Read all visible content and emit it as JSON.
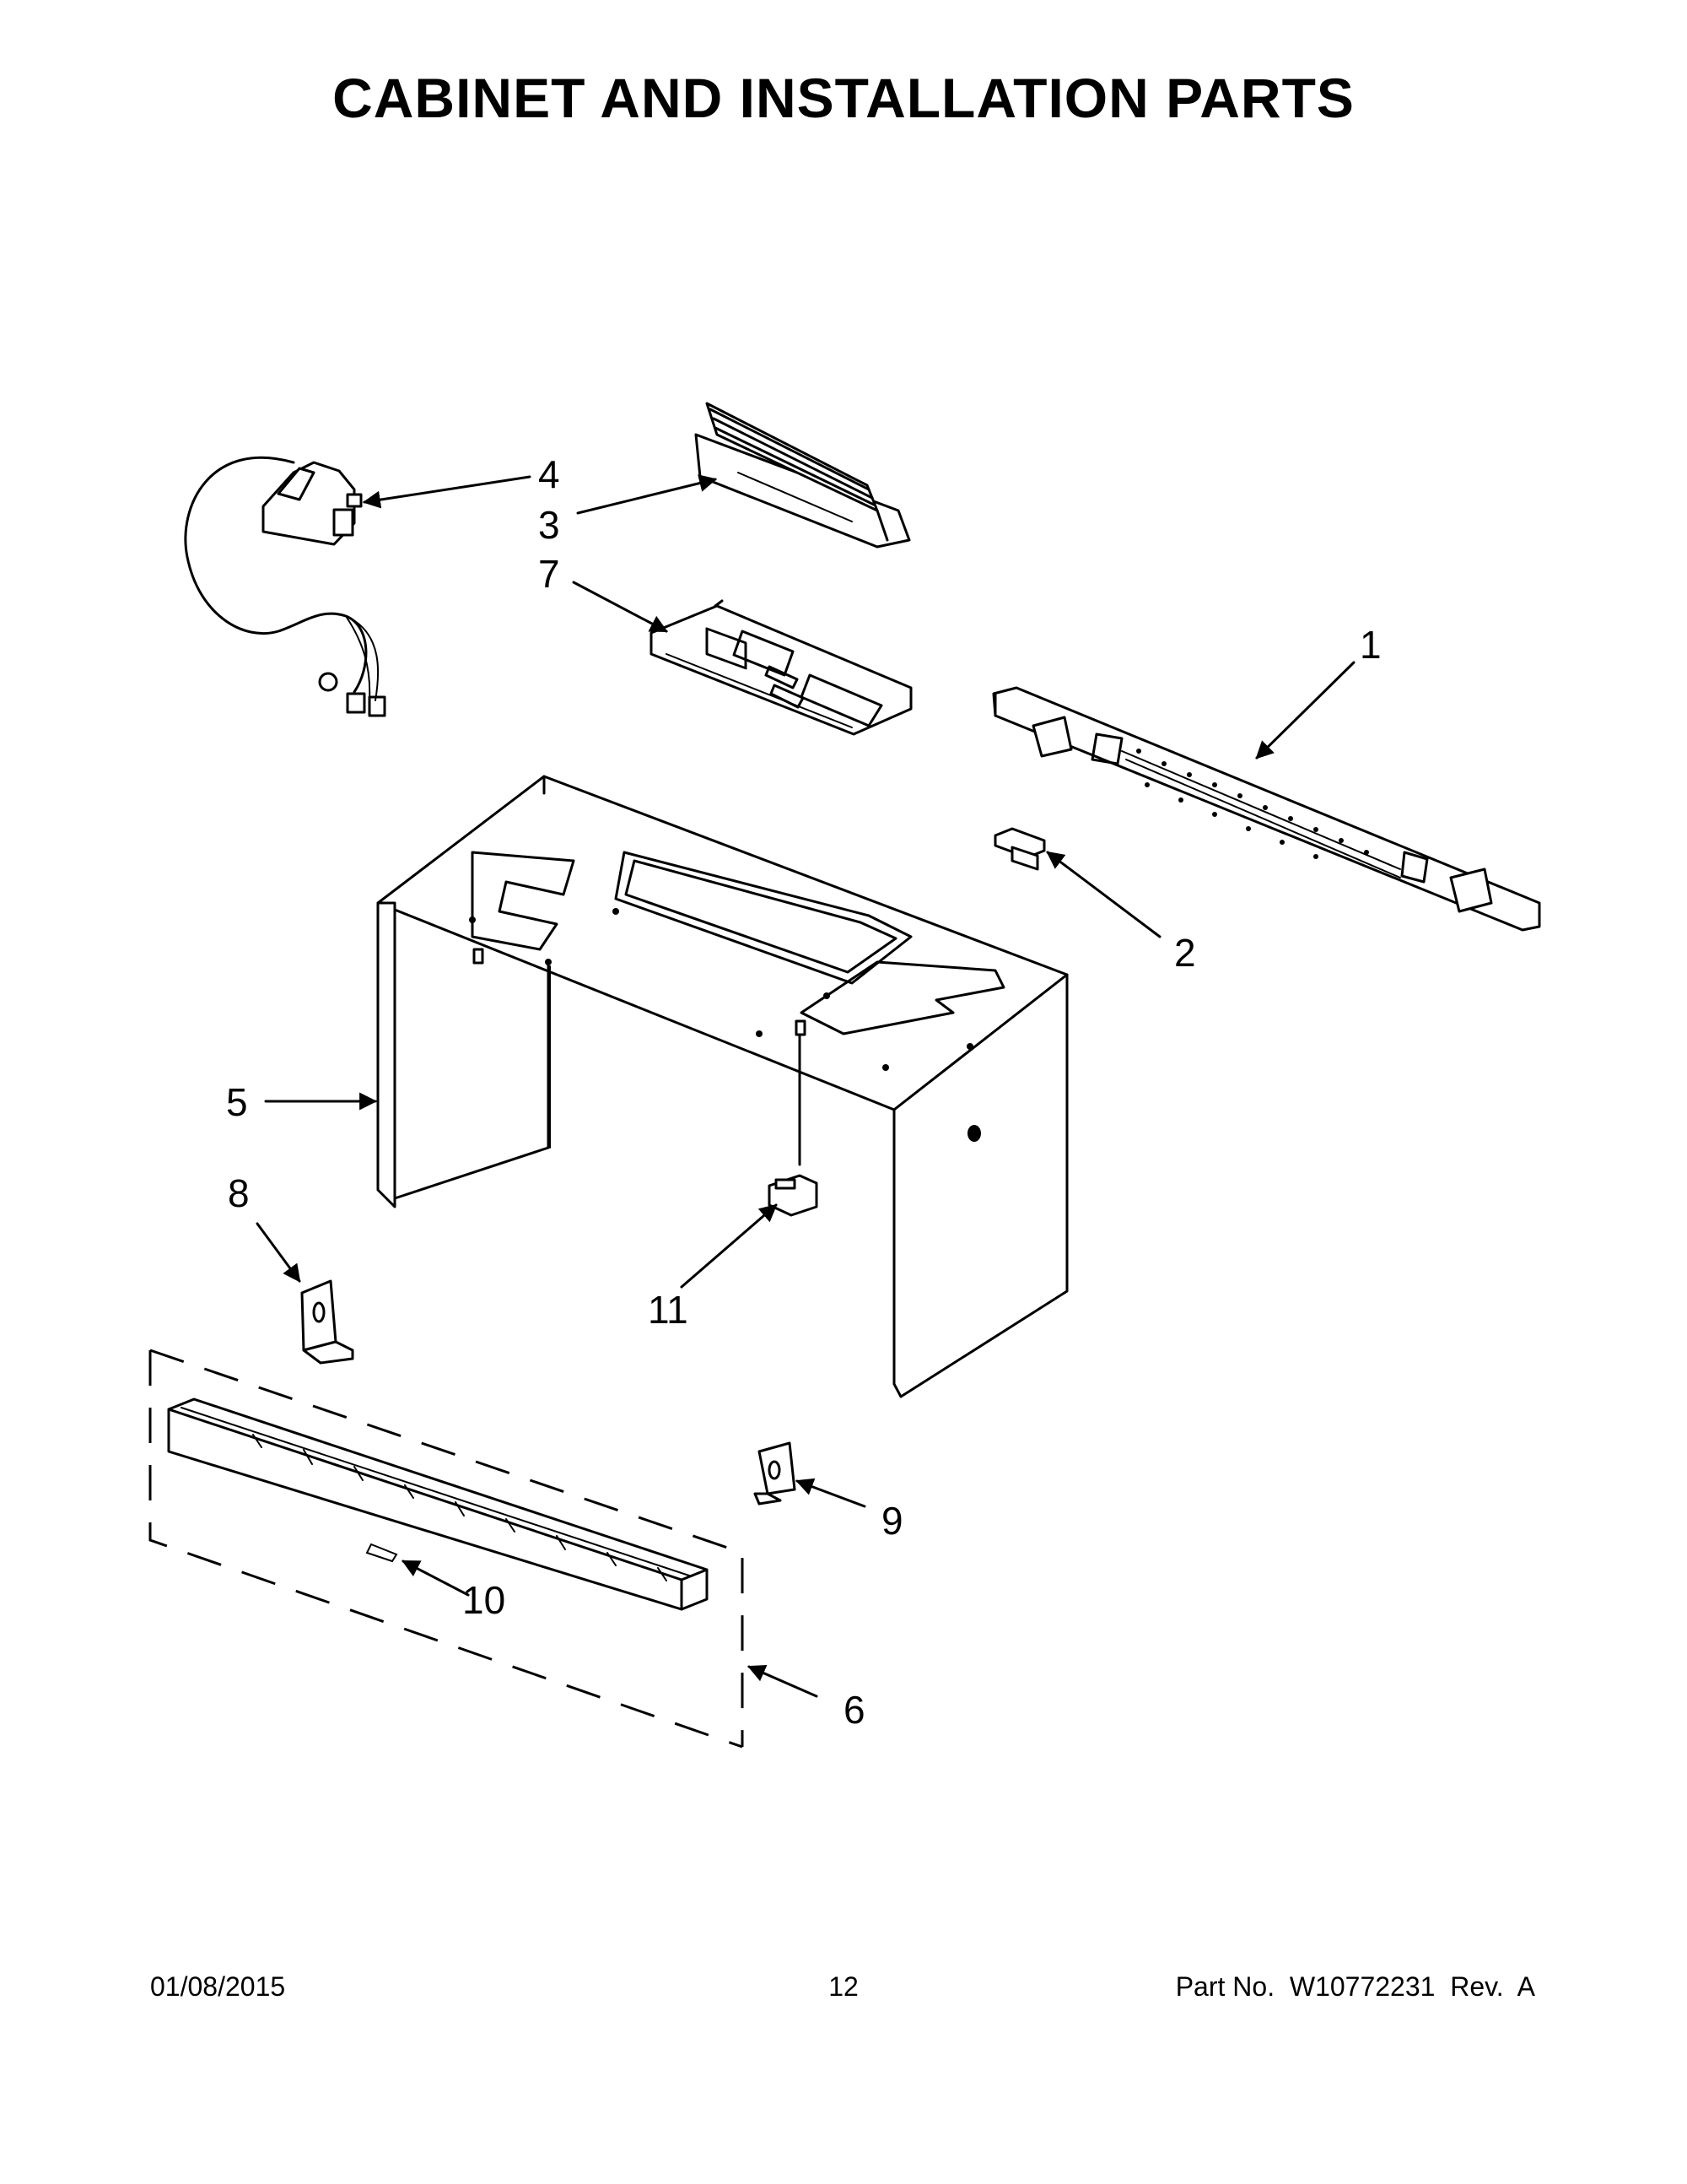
{
  "title": "CABINET AND INSTALLATION PARTS",
  "callouts": [
    {
      "id": "1",
      "label": "1"
    },
    {
      "id": "2",
      "label": "2"
    },
    {
      "id": "3",
      "label": "3"
    },
    {
      "id": "4",
      "label": "4"
    },
    {
      "id": "5",
      "label": "5"
    },
    {
      "id": "6",
      "label": "6"
    },
    {
      "id": "7",
      "label": "7"
    },
    {
      "id": "8",
      "label": "8"
    },
    {
      "id": "9",
      "label": "9"
    },
    {
      "id": "10",
      "label": "10"
    },
    {
      "id": "11",
      "label": "11"
    }
  ],
  "footer": {
    "date": "01/08/2015",
    "page": "12",
    "part_no": "Part No.  W10772231  Rev.  A"
  }
}
